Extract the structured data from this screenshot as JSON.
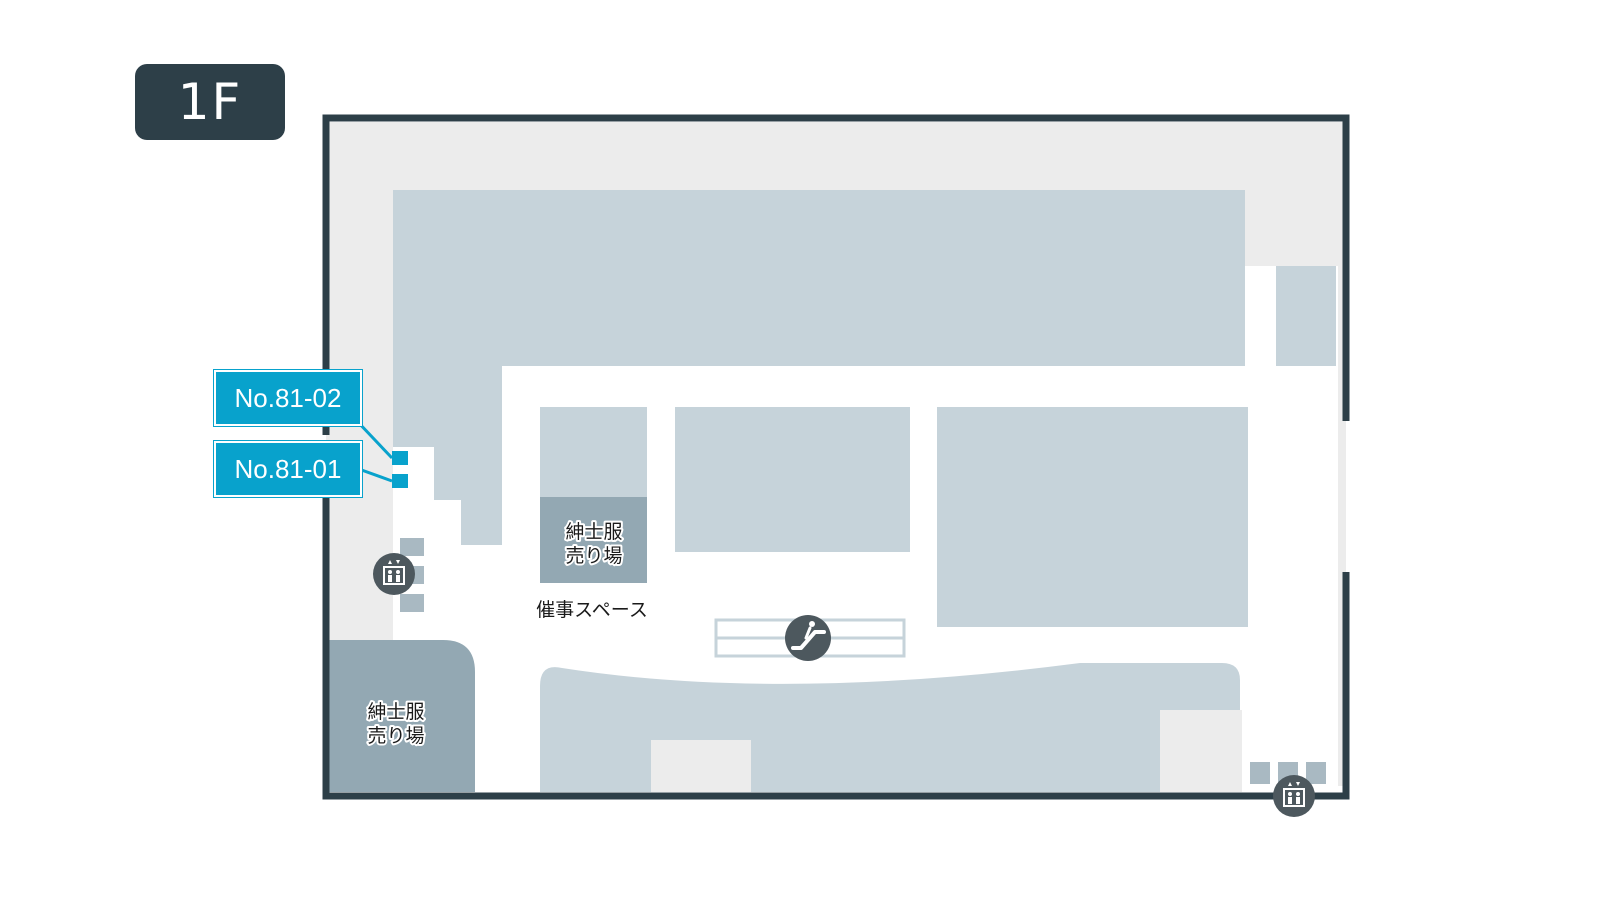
{
  "floor": {
    "label": "1F"
  },
  "colors": {
    "badge": "#2d3f48",
    "wall": "#2d3f48",
    "corridor": "#ececec",
    "shop": "#c6d3da",
    "highlight_shop": "#93a8b3",
    "tag": "#08a2cc",
    "icon": "#4d585e"
  },
  "zones": {
    "mens_inner": {
      "line1": "紳士服",
      "line2": "売り場"
    },
    "mens_corner": {
      "line1": "紳士服",
      "line2": "売り場"
    },
    "event_space": "催事スペース"
  },
  "tags": [
    {
      "id": "81-02",
      "label": "No.81-02"
    },
    {
      "id": "81-01",
      "label": "No.81-01"
    }
  ],
  "icons": [
    "elevator-icon",
    "escalator-icon",
    "elevator-icon"
  ]
}
